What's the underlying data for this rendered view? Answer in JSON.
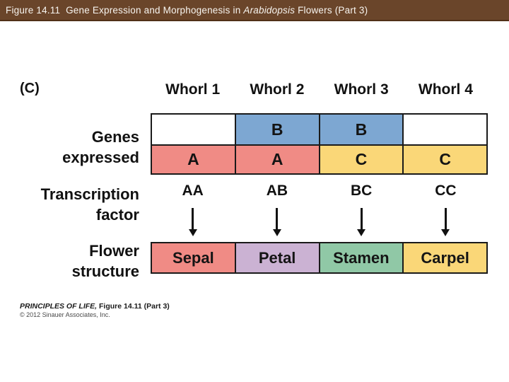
{
  "titlebar": {
    "text_before": "Figure 14.11  Gene Expression and Morphogenesis in ",
    "italic_word": "Arabidopsis",
    "text_after": " Flowers (Part 3)"
  },
  "panel_label": "(C)",
  "whorl_headers": [
    "Whorl 1",
    "Whorl 2",
    "Whorl 3",
    "Whorl 4"
  ],
  "side_labels": {
    "genes_line1": "Genes",
    "genes_line2": "expressed",
    "tf_line1": "Transcription",
    "tf_line2": "factor",
    "flower_line1": "Flower",
    "flower_line2": "structure"
  },
  "genes_table": {
    "top_row": [
      "",
      "B",
      "B",
      ""
    ],
    "bottom_row": [
      "A",
      "A",
      "C",
      "C"
    ]
  },
  "transcription_factors": [
    "AA",
    "AB",
    "BC",
    "CC"
  ],
  "flower_structures": [
    "Sepal",
    "Petal",
    "Stamen",
    "Carpel"
  ],
  "footer": {
    "line1_italic": "PRINCIPLES OF LIFE,",
    "line1_rest": " Figure 14.11 (Part 3)",
    "line2": "© 2012 Sinauer Associates, Inc."
  },
  "colors": {
    "titlebar_bg": "#6a452a",
    "titlebar_edge": "#503018",
    "blue": "#7da7d2",
    "pink": "#f08b85",
    "yellow": "#fad778",
    "lavender": "#cbb2d3",
    "green": "#90c8a6",
    "border": "#1a1a1a"
  }
}
